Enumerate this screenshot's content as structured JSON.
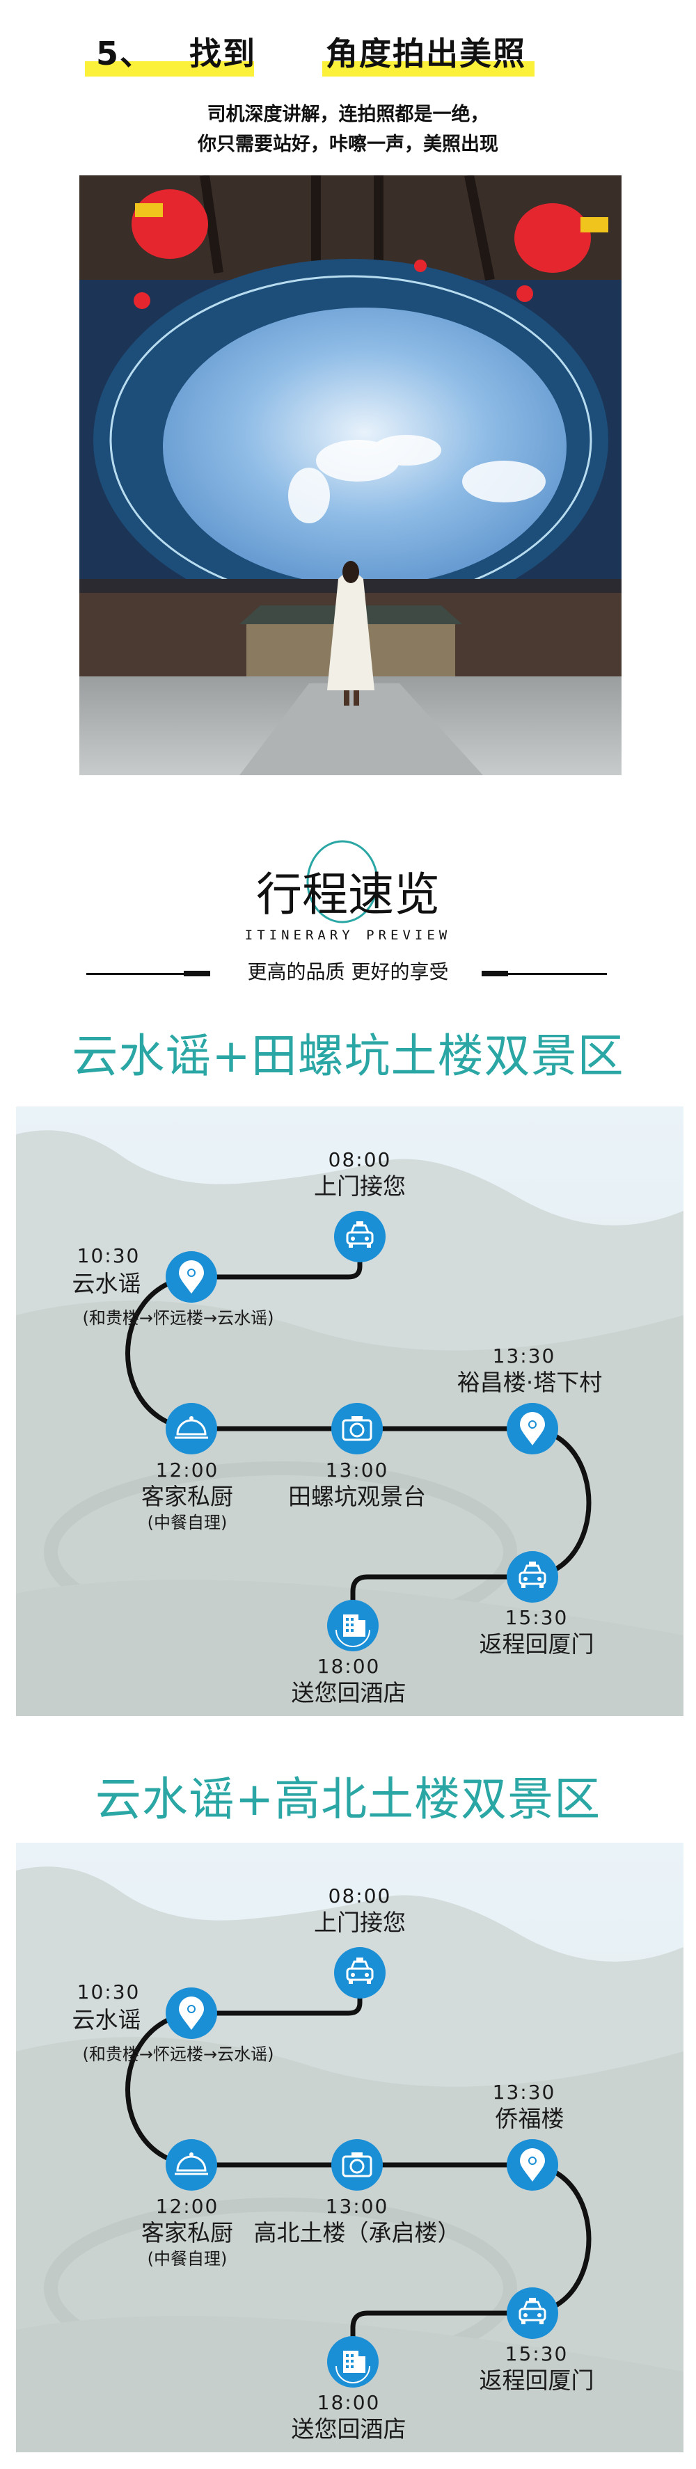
{
  "section5": {
    "number": "5、",
    "title_a": "找到",
    "title_b": "角度拍出美照",
    "desc_line1": "司机深度讲解，连拍照都是一绝，",
    "desc_line2": "你只需要站好，咔嚓一声，美照出现",
    "highlight_color": "#fbf03a"
  },
  "itinerary_header": {
    "title": "行程速览",
    "subtitle_en": "ITINERARY PREVIEW",
    "tagline": "更高的品质 更好的享受",
    "accent": "#2aa7a5"
  },
  "routes": [
    {
      "title": "云水谣+田螺坑土楼双景区",
      "stops": [
        {
          "time": "08:00",
          "name": "上门接您",
          "icon": "car-icon"
        },
        {
          "time": "10:30",
          "name": "云水谣",
          "note": "(和贵楼→怀远楼→云水谣)",
          "icon": "location-pin-icon"
        },
        {
          "time": "12:00",
          "name": "客家私厨",
          "note": "(中餐自理)",
          "icon": "food-cloche-icon"
        },
        {
          "time": "13:00",
          "name": "田螺坑观景台",
          "icon": "camera-icon"
        },
        {
          "time": "13:30",
          "name": "裕昌楼·塔下村",
          "icon": "location-pin-icon"
        },
        {
          "time": "15:30",
          "name": "返程回厦门",
          "icon": "car-icon"
        },
        {
          "time": "18:00",
          "name": "送您回酒店",
          "icon": "hotel-icon"
        }
      ]
    },
    {
      "title": "云水谣+高北土楼双景区",
      "stops": [
        {
          "time": "08:00",
          "name": "上门接您",
          "icon": "car-icon"
        },
        {
          "time": "10:30",
          "name": "云水谣",
          "note": "(和贵楼→怀远楼→云水谣)",
          "icon": "location-pin-icon"
        },
        {
          "time": "12:00",
          "name": "客家私厨",
          "note": "(中餐自理)",
          "icon": "food-cloche-icon"
        },
        {
          "time": "13:00",
          "name": "高北土楼（承启楼）",
          "icon": "camera-icon"
        },
        {
          "time": "13:30",
          "name": "侨福楼",
          "icon": "location-pin-icon"
        },
        {
          "time": "15:30",
          "name": "返程回厦门",
          "icon": "car-icon"
        },
        {
          "time": "18:00",
          "name": "送您回酒店",
          "icon": "hotel-icon"
        }
      ]
    }
  ],
  "icon_color": "#1b8fd6"
}
